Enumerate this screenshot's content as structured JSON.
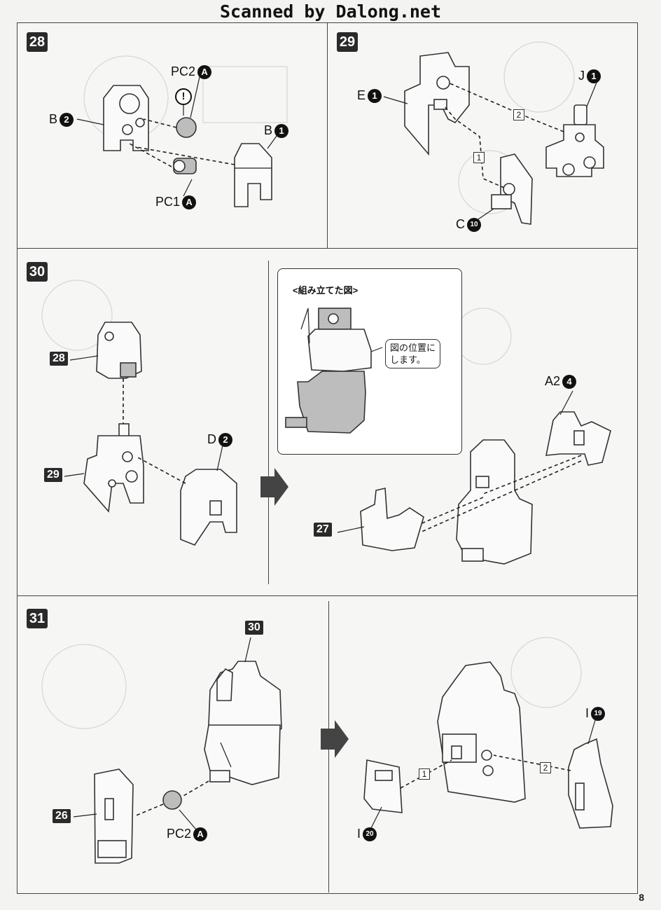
{
  "banner": "Scanned by Dalong.net",
  "page_number": "8",
  "steps": {
    "s28": {
      "number": "28",
      "pc2": "PC2",
      "pc2_runner": "A",
      "pc1": "PC1",
      "pc1_runner": "A",
      "b2": "B",
      "b2_num": "2",
      "b1": "B",
      "b1_num": "1",
      "caution": "!"
    },
    "s29": {
      "number": "29",
      "e": "E",
      "e_num": "1",
      "j": "J",
      "j_num": "1",
      "c": "C",
      "c_num": "10",
      "order1": "1",
      "order2": "2"
    },
    "s30": {
      "number": "30",
      "ref28": "28",
      "ref29": "29",
      "d": "D",
      "d_num": "2",
      "callout_title": "<組み立てた図>",
      "callout_note_1": "図の位置に",
      "callout_note_2": "します。",
      "a2": "A2",
      "a2_num": "4",
      "ref27": "27"
    },
    "s31": {
      "number": "31",
      "ref30": "30",
      "ref26": "26",
      "pc2": "PC2",
      "pc2_runner": "A",
      "i19": "I",
      "i19_num": "19",
      "i20": "I",
      "i20_num": "20",
      "order1": "1",
      "order2": "2"
    }
  },
  "colors": {
    "ink": "#1a1a1a",
    "paper": "#f3f3f1",
    "gray_part": "#bdbdbd"
  }
}
